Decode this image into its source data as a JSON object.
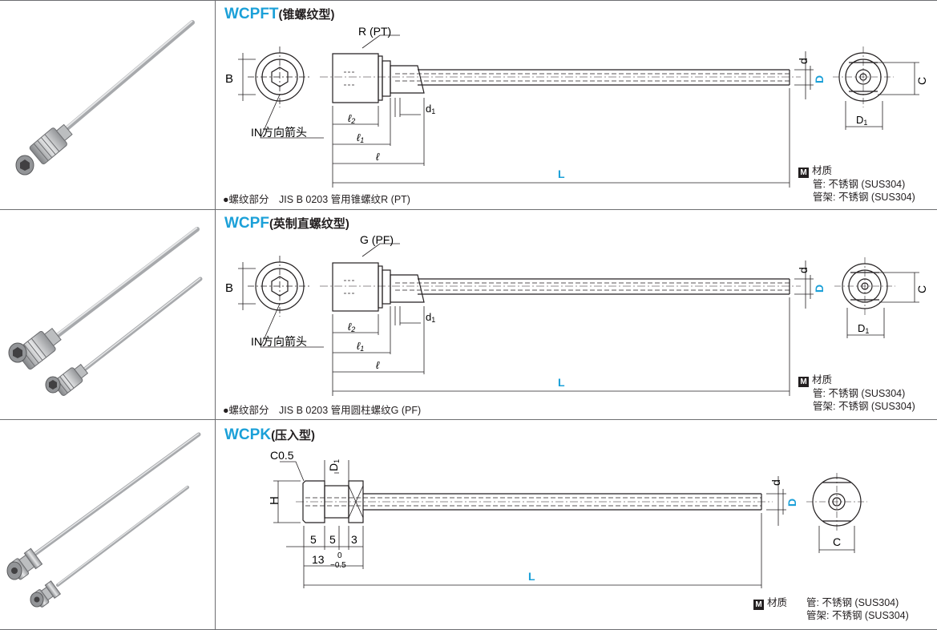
{
  "sections": [
    {
      "code": "WCPFT",
      "type_label": "(锥螺纹型)",
      "thread_label": "R (PT)",
      "arrow_label": "IN方向箭头",
      "dims": {
        "B": "B",
        "d": "d",
        "D": "D",
        "C": "C",
        "D1": "D",
        "D1_sub": "1",
        "d1": "d",
        "d1_sub": "1",
        "l2": "ℓ",
        "l2_sub": "2",
        "l1": "ℓ",
        "l1_sub": "1",
        "l": "ℓ",
        "L": "L"
      },
      "note": "●螺纹部分　JIS B 0203 管用锥螺纹R (PT)",
      "material": {
        "label": "材质",
        "badge": "M",
        "tube": "管: 不锈钢 (SUS304)",
        "holder": "管架: 不锈钢 (SUS304)"
      }
    },
    {
      "code": "WCPF",
      "type_label": "(英制直螺纹型)",
      "thread_label": "G (PF)",
      "arrow_label": "IN方向箭头",
      "dims": {
        "B": "B",
        "d": "d",
        "D": "D",
        "C": "C",
        "D1": "D",
        "D1_sub": "1",
        "d1": "d",
        "d1_sub": "1",
        "l2": "ℓ",
        "l2_sub": "2",
        "l1": "ℓ",
        "l1_sub": "1",
        "l": "ℓ",
        "L": "L"
      },
      "note": "●螺纹部分　JIS B 0203 管用圆柱螺纹G (PF)",
      "material": {
        "label": "材质",
        "badge": "M",
        "tube": "管: 不锈钢 (SUS304)",
        "holder": "管架: 不锈钢 (SUS304)"
      }
    },
    {
      "code": "WCPK",
      "type_label": "(压入型)",
      "chamfer": "C0.5",
      "dims": {
        "H": "H",
        "D1": "D",
        "D1_sub": "1",
        "d": "d",
        "D": "D",
        "C": "C",
        "a": "5",
        "b": "5",
        "c": "3",
        "total": "13",
        "tol_upper": "0",
        "tol_lower": "−0.5",
        "L": "L"
      },
      "material": {
        "label": "材质",
        "badge": "M",
        "tube": "管: 不锈钢 (SUS304)",
        "holder": "管架: 不锈钢 (SUS304)"
      }
    }
  ],
  "colors": {
    "accent": "#1ba0d8",
    "line": "#231f20",
    "grid": "#6d6e71"
  }
}
